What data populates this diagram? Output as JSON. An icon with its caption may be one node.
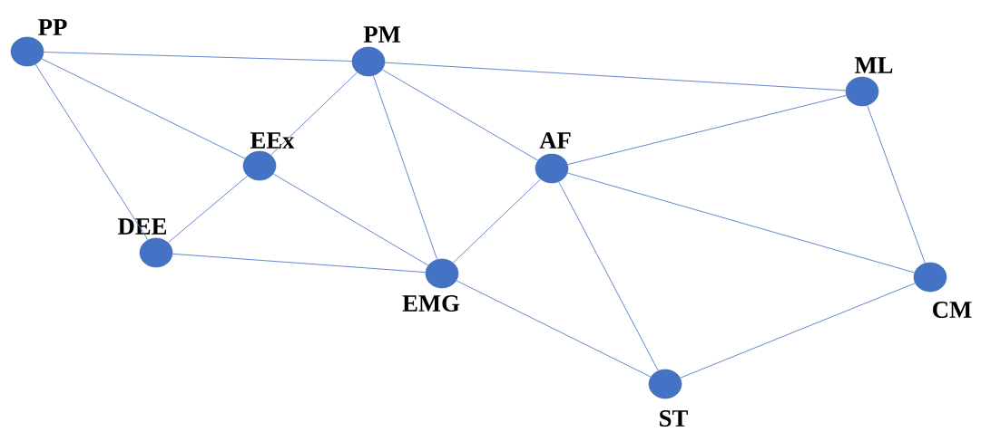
{
  "diagram": {
    "nodes": [
      {
        "text": [
          "PP"
        ]
      },
      {
        "text": [
          "PM"
        ]
      },
      {
        "text": [
          "ML"
        ]
      },
      {
        "text": [
          "EEx"
        ]
      },
      {
        "text": [
          "AF"
        ]
      },
      {
        "text": [
          "DEE"
        ]
      },
      {
        "text": [
          "EMG"
        ]
      },
      {
        "text": [
          "CM"
        ]
      },
      {
        "text": [
          "ST"
        ]
      }
    ],
    "edges": [
      {
        "from": 0,
        "to": 1,
        "arrow": "none"
      },
      {
        "from": 0,
        "to": 3,
        "arrow": "none"
      },
      {
        "from": 0,
        "to": 5,
        "arrow": "none"
      },
      {
        "from": 1,
        "to": 2,
        "arrow": "none"
      },
      {
        "from": 1,
        "to": 3,
        "arrow": "none"
      },
      {
        "from": 1,
        "to": 6,
        "arrow": "none"
      },
      {
        "from": 1,
        "to": 4,
        "arrow": "none"
      },
      {
        "from": 3,
        "to": 5,
        "arrow": "none"
      },
      {
        "from": 3,
        "to": 6,
        "arrow": "none"
      },
      {
        "from": 5,
        "to": 6,
        "arrow": "none"
      },
      {
        "from": 4,
        "to": 6,
        "arrow": "none"
      },
      {
        "from": 4,
        "to": 2,
        "arrow": "none"
      },
      {
        "from": 4,
        "to": 8,
        "arrow": "none"
      },
      {
        "from": 4,
        "to": 7,
        "arrow": "none"
      },
      {
        "from": 2,
        "to": 7,
        "arrow": "none"
      },
      {
        "from": 6,
        "to": 8,
        "arrow": "none"
      },
      {
        "from": 8,
        "to": 7,
        "arrow": "none"
      }
    ]
  }
}
